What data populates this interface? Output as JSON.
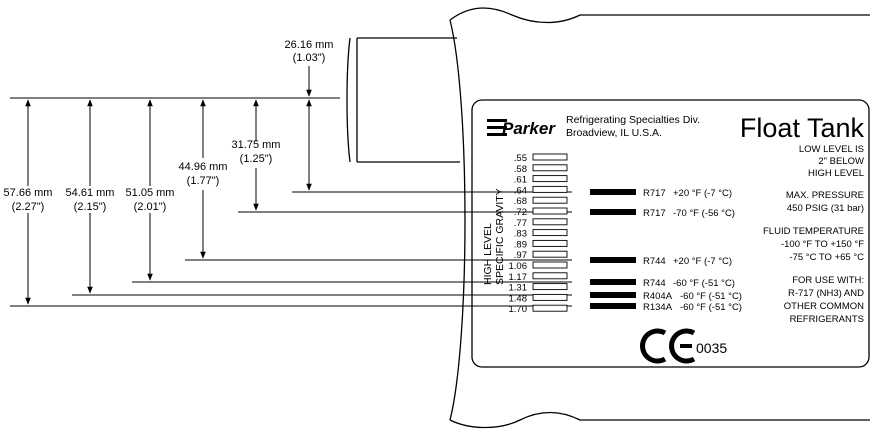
{
  "dimensions": [
    {
      "mm": "26.16 mm",
      "inch": "(1.03\")"
    },
    {
      "mm": "31.75 mm",
      "inch": "(1.25\")"
    },
    {
      "mm": "44.96 mm",
      "inch": "(1.77\")"
    },
    {
      "mm": "51.05 mm",
      "inch": "(2.01\")"
    },
    {
      "mm": "54.61 mm",
      "inch": "(2.15\")"
    },
    {
      "mm": "57.66 mm",
      "inch": "(2.27\")"
    }
  ],
  "brand": {
    "logo_text": "Parker",
    "division": "Refrigerating Specialties Div.",
    "location": "Broadview, IL  U.S.A."
  },
  "plate_title": "Float Tank",
  "right_notes": {
    "low_level": [
      "LOW LEVEL IS",
      "2\" BELOW",
      "HIGH LEVEL"
    ],
    "pressure": [
      "MAX. PRESSURE",
      "450 PSIG (31 bar)"
    ],
    "temperature": [
      "FLUID TEMPERATURE",
      "-100 °F TO +150 °F",
      "-75 °C TO +65 °C"
    ],
    "use_with": [
      "FOR USE WITH:",
      "R-717 (NH3) AND",
      "OTHER COMMON",
      "REFRIGERANTS"
    ]
  },
  "vertical_label": [
    "HIGH LEVEL",
    "SPECIFIC GRAVITY"
  ],
  "gravity_scale": [
    ".55",
    ".58",
    ".61",
    ".64",
    ".68",
    ".72",
    ".77",
    ".83",
    ".89",
    ".97",
    "1.06",
    "1.17",
    "1.31",
    "1.48",
    "1.70"
  ],
  "refrigerants": [
    {
      "name": "R717",
      "temp": "+20 °F (-7 °C)"
    },
    {
      "name": "R717",
      "temp": "-70 °F (-56 °C)"
    },
    {
      "name": "R744",
      "temp": "+20 °F (-7 °C)"
    },
    {
      "name": "R744",
      "temp": "-60 °F (-51 °C)"
    },
    {
      "name": "R404A",
      "temp": "-60 °F (-51 °C)"
    },
    {
      "name": "R134A",
      "temp": "-60 °F (-51 °C)"
    }
  ],
  "certification": {
    "mark": "CE",
    "number": "0035"
  }
}
